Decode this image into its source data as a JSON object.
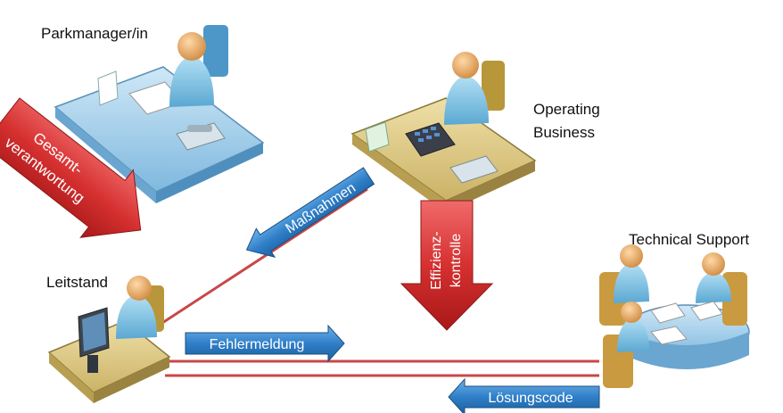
{
  "roles": {
    "park_manager": "Parkmanager/in",
    "operating_business_line1": "Operating",
    "operating_business_line2": "Business",
    "technical_support": "Technical Support",
    "control_room": "Leitstand"
  },
  "arrows": {
    "overall_responsibility_line1": "Gesamt-",
    "overall_responsibility_line2": "verantwortung",
    "measures": "Maßnahmen",
    "efficiency_control_line1": "Effizienz-",
    "efficiency_control_line2": "kontrolle",
    "error_report": "Fehlermeldung",
    "solution_code": "Lösungscode"
  },
  "colors": {
    "red_arrow": "#d63030",
    "blue_arrow": "#2f7fc8",
    "connector_line": "#c84848",
    "desk_blue": "#8ec5e6",
    "desk_tan": "#d9c07a",
    "person_body": "#7cc0e0",
    "person_head": "#e8b070"
  }
}
